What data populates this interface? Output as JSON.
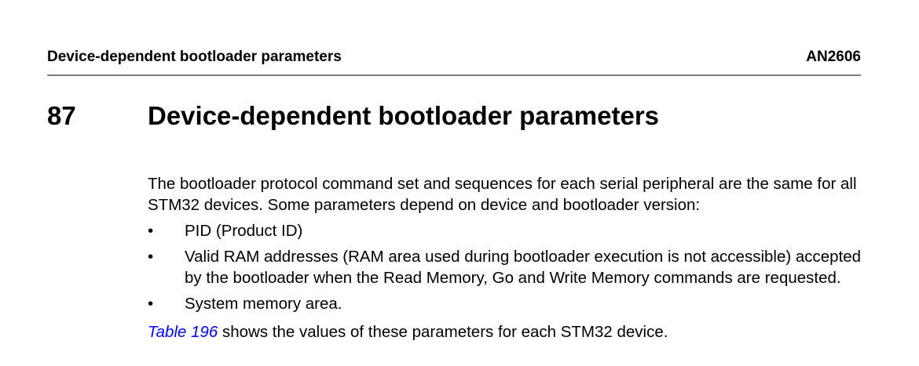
{
  "header": {
    "section_title": "Device-dependent bootloader parameters",
    "doc_id": "AN2606"
  },
  "section": {
    "number": "87",
    "title": "Device-dependent bootloader parameters"
  },
  "body": {
    "intro": "The bootloader protocol command set and sequences for each serial peripheral are the same for all STM32 devices. Some parameters depend on device and bootloader version:",
    "bullet_glyph": "•",
    "bullets": [
      {
        "text": "PID (Product ID)"
      },
      {
        "text": "Valid RAM addresses (RAM area used during bootloader execution is not accessible) accepted by the bootloader when the Read Memory, Go and Write Memory commands are requested."
      },
      {
        "text": "System memory area."
      }
    ],
    "closing": {
      "link_text": "Table 196",
      "text": " shows the values of these parameters for each STM32 device."
    }
  },
  "colors": {
    "link": "#0000ff",
    "rule": "#808080",
    "text": "#000000"
  }
}
